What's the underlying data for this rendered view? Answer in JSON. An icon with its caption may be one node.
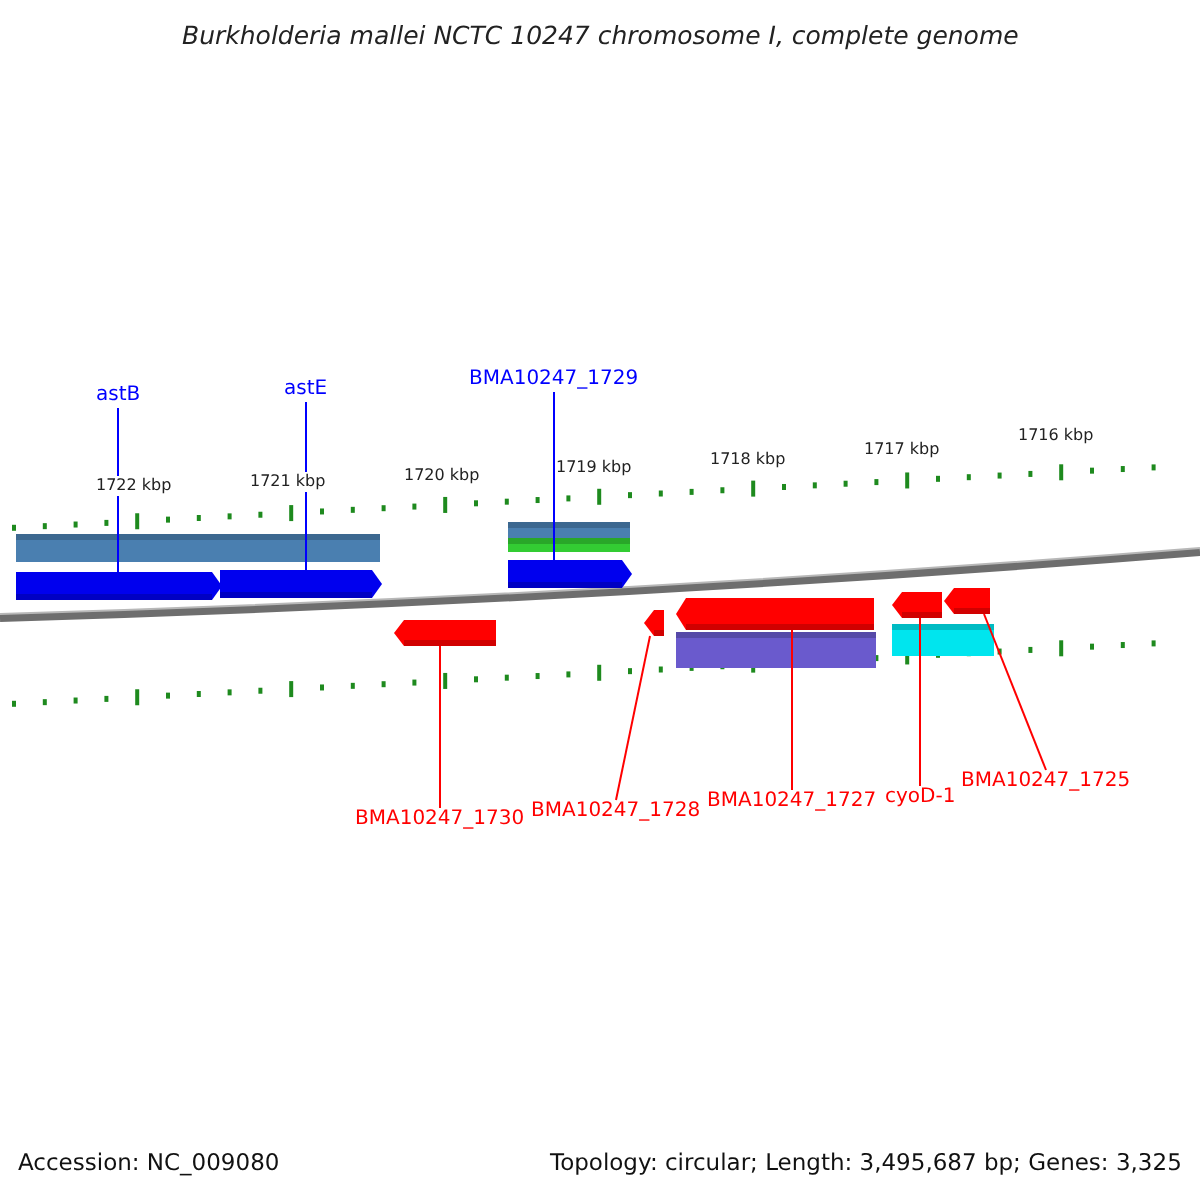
{
  "diagram": {
    "title": "Burkholderia mallei NCTC 10247 chromosome I, complete genome",
    "nodes": [
      {
        "text": [
          "astB"
        ]
      },
      {
        "text": [
          "astE"
        ]
      },
      {
        "text": [
          "BMA10247_1729"
        ]
      },
      {
        "text": [
          "BMA10247_1730"
        ]
      },
      {
        "text": [
          "BMA10247_1728"
        ]
      },
      {
        "text": [
          "BMA10247_1727"
        ]
      },
      {
        "text": [
          "cyoD-1"
        ]
      },
      {
        "text": [
          "BMA10247_1725"
        ]
      },
      {
        "text": [],
        "shape": "bar"
      },
      {
        "text": [],
        "shape": "arrow"
      },
      {
        "text": [],
        "shape": "arrow"
      },
      {
        "text": [],
        "shape": "bar"
      },
      {
        "text": [],
        "shape": "bar"
      },
      {
        "text": [],
        "shape": "arrow"
      },
      {
        "text": [],
        "shape": "arrow"
      },
      {
        "text": [],
        "shape": "arrow"
      },
      {
        "text": [],
        "shape": "arrow"
      },
      {
        "text": [],
        "shape": "bar"
      },
      {
        "text": [],
        "shape": "arrow"
      },
      {
        "text": [],
        "shape": "arrow"
      },
      {
        "text": [],
        "shape": "bar"
      }
    ],
    "edges": [
      {
        "from": 0,
        "to": 9,
        "arrow": "none",
        "color": "#0000ff"
      },
      {
        "from": 1,
        "to": 10,
        "arrow": "none",
        "color": "#0000ff"
      },
      {
        "from": 2,
        "to": 13,
        "arrow": "none",
        "color": "#0000ff"
      },
      {
        "from": 3,
        "to": 14,
        "arrow": "none"
      },
      {
        "from": 4,
        "to": 15,
        "arrow": "none"
      },
      {
        "from": 5,
        "to": 16,
        "arrow": "none"
      },
      {
        "from": 6,
        "to": 18,
        "arrow": "none"
      },
      {
        "from": 7,
        "to": 19,
        "arrow": "none"
      }
    ],
    "labels": [
      "1722 kbp",
      "1721 kbp",
      "1720 kbp",
      "1719 kbp",
      "1718 kbp",
      "1717 kbp",
      "1716 kbp",
      "Accession: NC_009080",
      "Topology: circular; Length: 3,495,687 bp; Genes: 3,325"
    ]
  }
}
